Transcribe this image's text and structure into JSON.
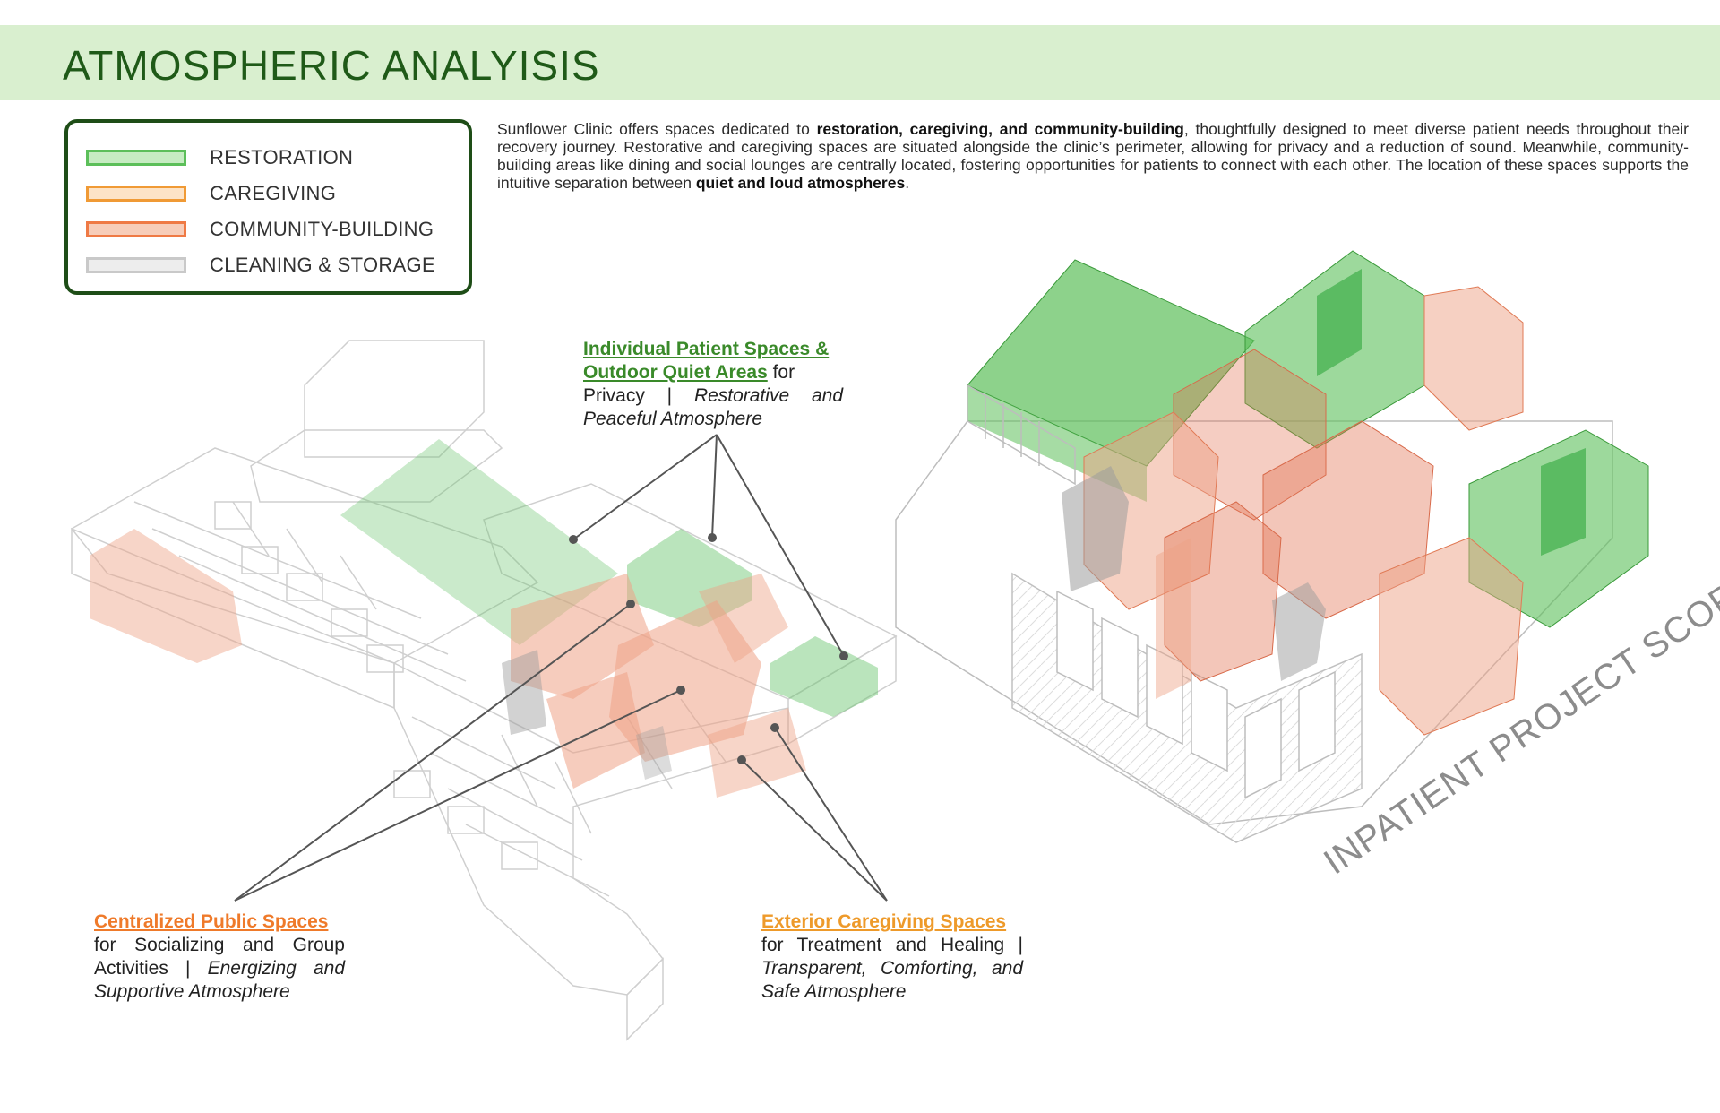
{
  "title": "ATMOSPHERIC ANALYISIS",
  "legend": [
    {
      "label": "RESTORATION",
      "fill": "#c6ecc2",
      "stroke": "#5cbf5a"
    },
    {
      "label": "CAREGIVING",
      "fill": "#fde3c6",
      "stroke": "#f09a35"
    },
    {
      "label": "COMMUNITY-BUILDING",
      "fill": "#f7cdb9",
      "stroke": "#ef7a45"
    },
    {
      "label": "CLEANING & STORAGE",
      "fill": "#ededed",
      "stroke": "#c9c9c9"
    }
  ],
  "intro": {
    "p1": "Sunflower Clinic offers spaces dedicated to ",
    "b1": "restoration, caregiving, and community-building",
    "p2": ", thoughtfully designed to meet diverse patient needs throughout their recovery journey. Restorative and caregiving spaces are situated alongside the clinic’s perimeter, allowing for privacy and a reduction of sound. Meanwhile, community-building areas like dining and social lounges are centrally located, fostering opportunities for patients to connect with each other. The location of these spaces supports the intuitive separation between ",
    "b2": "quiet and loud atmospheres",
    "p3": "."
  },
  "callouts": {
    "individual": {
      "head_1": "Individual Patient Spaces &",
      "head_2": "Outdoor Quiet Areas",
      "text_1": " for",
      "text_2": "Privacy | ",
      "italic": "Restorative and Peaceful Atmosphere",
      "color": "#3a8a2a"
    },
    "centralized": {
      "head": "Centralized Public Spaces",
      "text": "for Socializing and Group Activities | ",
      "italic": "Energizing and Supportive Atmosphere",
      "color": "#ef7a2a"
    },
    "exterior": {
      "head": "Exterior Caregiving Spaces",
      "text": "for Treatment and Healing | ",
      "italic": "Transparent, Comforting, and Safe Atmosphere",
      "color": "#ee9a2a"
    }
  },
  "scope_label": "INPATIENT PROJECT SCOPE",
  "colors": {
    "green": "#66c46a",
    "green_dark": "#3fae4a",
    "salmon": "#eea286",
    "salmon_dark": "#e2704f",
    "gray": "#9c9c9c",
    "line": "#cfcfcf",
    "leader": "#555555"
  }
}
